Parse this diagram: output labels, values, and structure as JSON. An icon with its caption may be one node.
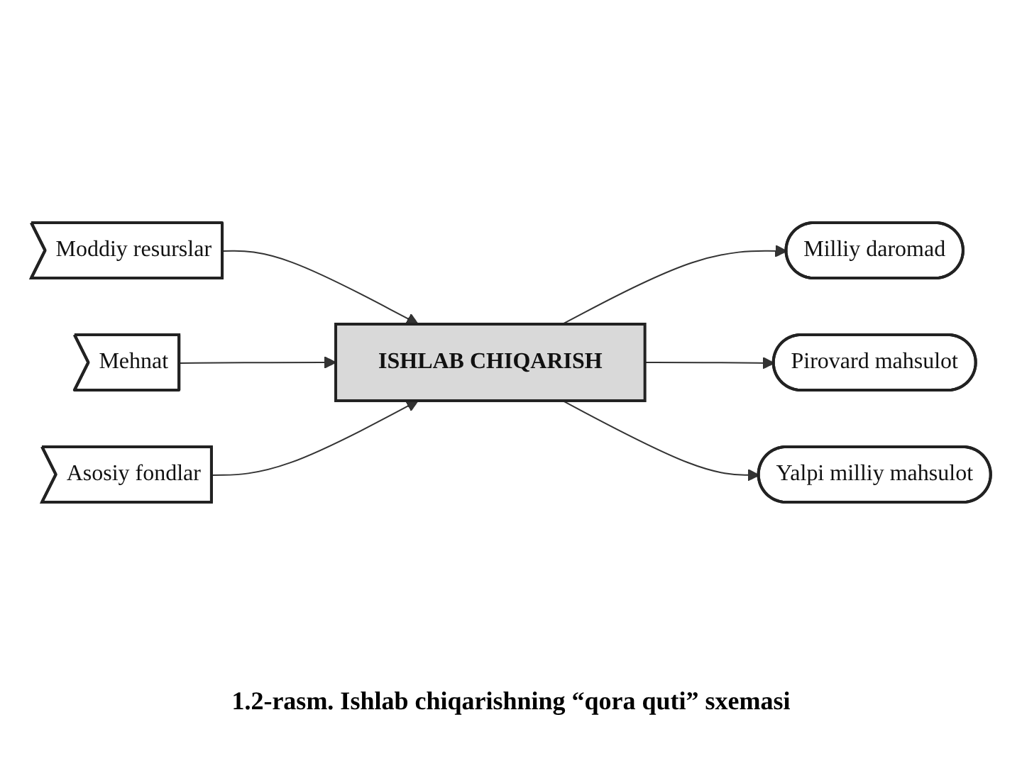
{
  "diagram": {
    "caption": "1.2-rasm. Ishlab chiqarishning “qora quti” sxemasi",
    "nodes": [
      {
        "text": [
          "Moddiy resurslar"
        ]
      },
      {
        "text": [
          "Mehnat"
        ]
      },
      {
        "text": [
          "Asosiy fondlar"
        ]
      },
      {
        "text": [
          "ISHLAB CHIQARISH"
        ]
      },
      {
        "text": [
          "Milliy daromad"
        ]
      },
      {
        "text": [
          "Pirovard mahsulot"
        ]
      },
      {
        "text": [
          "Yalpi milliy mahsulot"
        ]
      }
    ],
    "edges": [
      {
        "from": 0,
        "to": 3,
        "arrow": "to"
      },
      {
        "from": 1,
        "to": 3,
        "arrow": "to"
      },
      {
        "from": 2,
        "to": 3,
        "arrow": "to"
      },
      {
        "from": 3,
        "to": 4,
        "arrow": "to"
      },
      {
        "from": 3,
        "to": 5,
        "arrow": "to"
      },
      {
        "from": 3,
        "to": 6,
        "arrow": "to"
      }
    ]
  }
}
